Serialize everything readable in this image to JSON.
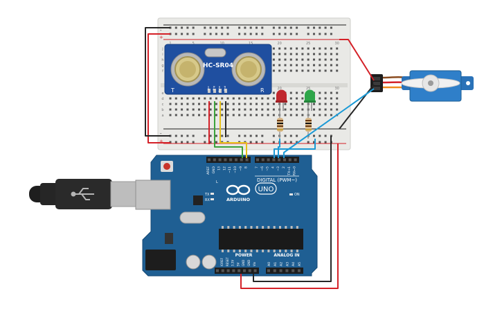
{
  "breadboard": {
    "rail_plus": "+",
    "rail_minus": "-",
    "columns": [
      "1",
      "5",
      "10",
      "15",
      "20",
      "25",
      "30"
    ],
    "rows_top": [
      "j",
      "i",
      "h",
      "g",
      "f"
    ],
    "rows_bottom": [
      "e",
      "d",
      "c",
      "b",
      "a"
    ]
  },
  "sensor": {
    "model": "HC-SR04",
    "left_label": "T",
    "right_label": "R",
    "pins": [
      "Vcc",
      "Trig",
      "Echo",
      "Gnd"
    ]
  },
  "arduino": {
    "brand": "ARDUINO",
    "model": "UNO",
    "digital_label": "DIGITAL (PWM~)",
    "power_label": "POWER",
    "analog_label": "ANALOG IN",
    "on_label": "ON",
    "tx_label": "TX",
    "rx_label": "RX",
    "l_label": "L",
    "digital_pins": [
      "AREF",
      "GND",
      "13",
      "12",
      "~11",
      "~10",
      "~9",
      "8",
      "7",
      "~6",
      "~5",
      "4",
      "~3",
      "2",
      "TX→1",
      "RX←0"
    ],
    "power_pins": [
      "IOREF",
      "RESET",
      "3.3V",
      "5V",
      "GND",
      "GND",
      "Vin"
    ],
    "analog_pins": [
      "A0",
      "A1",
      "A2",
      "A3",
      "A4",
      "A5"
    ]
  },
  "colors": {
    "board_blue": "#1f5f93",
    "breadboard": "#e9e9e6",
    "wire_red": "#d42027",
    "wire_black": "#262626",
    "wire_blue": "#1b9ad6",
    "wire_yellow": "#e8c21a",
    "wire_green": "#3aa33a",
    "led_red": "#c0272d",
    "led_green": "#2fa64a",
    "servo_blue": "#2a72b8"
  }
}
